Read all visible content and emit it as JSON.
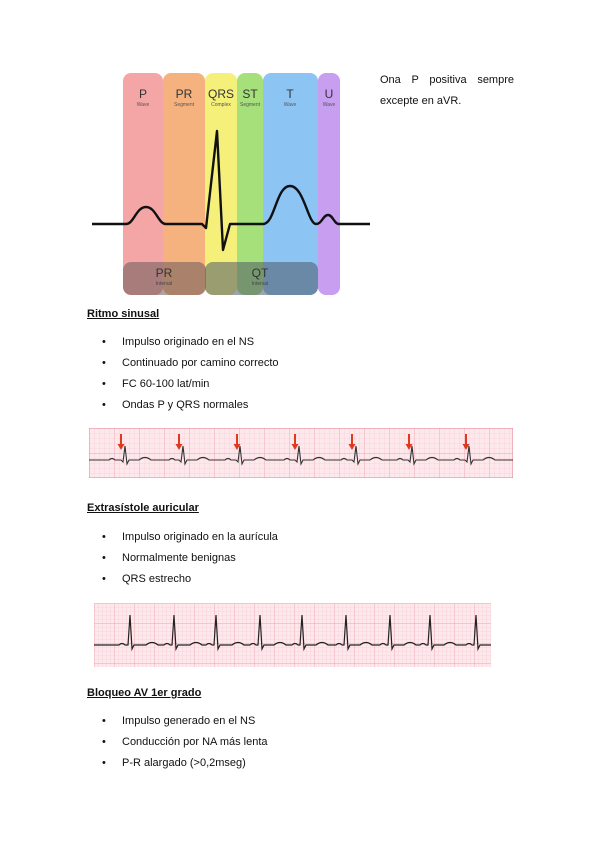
{
  "diagram": {
    "bands": [
      {
        "label": "P",
        "sub": "Wave",
        "color": "#f4a6a6"
      },
      {
        "label": "PR",
        "sub": "Segment",
        "color": "#f6b27e"
      },
      {
        "label": "QRS",
        "sub": "Complex",
        "color": "#f5f07a"
      },
      {
        "label": "ST",
        "sub": "Segment",
        "color": "#a6e07a"
      },
      {
        "label": "T",
        "sub": "Wave",
        "color": "#8cc4f4"
      },
      {
        "label": "U",
        "sub": "Wave",
        "color": "#c79ef0"
      }
    ],
    "intervals": [
      {
        "label": "PR",
        "sub": "Interval"
      },
      {
        "label": "QT",
        "sub": "Interval"
      }
    ]
  },
  "note": {
    "line1": "Ona P positiva sempre",
    "line2": "excepte en aVR."
  },
  "sections": [
    {
      "title": "Ritmo sinusal",
      "items": [
        "Impulso originado en el NS",
        "Continuado por camino correcto",
        "FC 60-100 lat/min",
        "Ondas P y QRS normales"
      ]
    },
    {
      "title": "Extrasístole auricular",
      "items": [
        "Impulso originado en la aurícula",
        "Normalmente benignas",
        "QRS estrecho"
      ]
    },
    {
      "title": "Bloqueo AV 1er grado",
      "items": [
        "Impulso generado en el NS",
        "Conducción por NA más lenta",
        "P-R alargado (>0,2mseg)"
      ]
    }
  ],
  "colors": {
    "grid": "#f2a2b0",
    "grid_bg": "#fde8ec",
    "arrow": "#e03a1e",
    "trace": "#222222"
  }
}
